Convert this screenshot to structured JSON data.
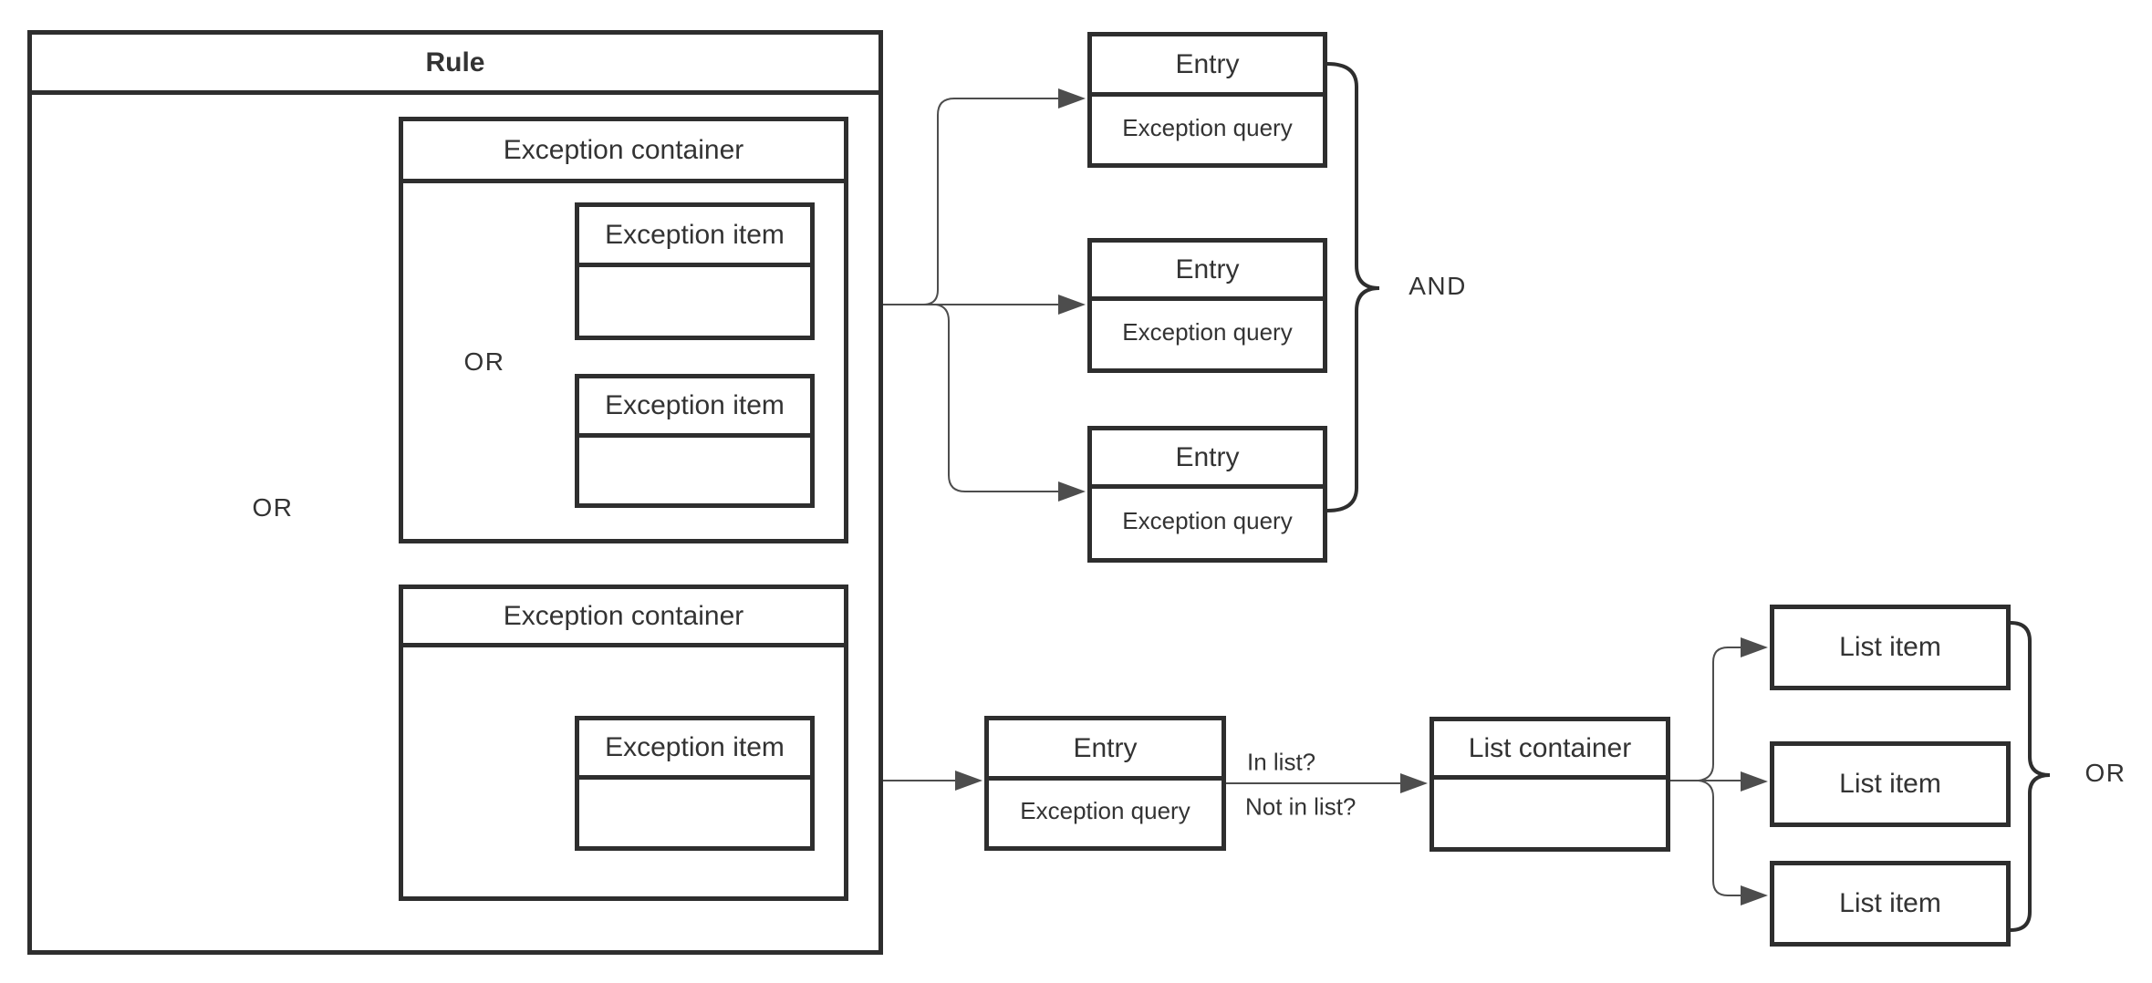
{
  "rule": {
    "title": "Rule"
  },
  "containers": [
    {
      "title": "Exception container"
    },
    {
      "title": "Exception container"
    }
  ],
  "items": [
    {
      "title": "Exception item"
    },
    {
      "title": "Exception item"
    },
    {
      "title": "Exception item"
    }
  ],
  "entries": [
    {
      "title": "Entry",
      "query": "Exception query"
    },
    {
      "title": "Entry",
      "query": "Exception query"
    },
    {
      "title": "Entry",
      "query": "Exception query"
    },
    {
      "title": "Entry",
      "query": "Exception query"
    }
  ],
  "list_container": {
    "title": "List container"
  },
  "list_items": [
    {
      "label": "List item"
    },
    {
      "label": "List item"
    },
    {
      "label": "List item"
    }
  ],
  "ops": {
    "or_outer": "OR",
    "or_inner": "OR",
    "and": "AND",
    "or_list": "OR"
  },
  "labels": {
    "in_list": "In list?",
    "not_in_list": "Not in list?"
  },
  "colors": {
    "border": "#2e2e2e",
    "line": "#4d4d4d",
    "text": "#333333",
    "bg": "#ffffff"
  }
}
